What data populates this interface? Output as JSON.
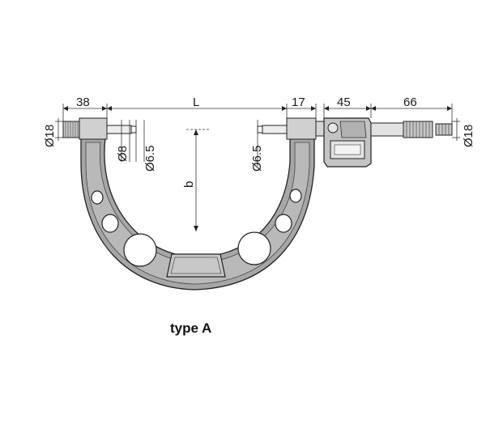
{
  "dimensions": {
    "frame_length": "38",
    "length": "L",
    "anvil_offset": "17",
    "head_length": "45",
    "thimble_length": "66",
    "diameter_left": "Ø18",
    "diameter_right": "Ø18",
    "anvil_diameter": "Ø8",
    "anvil_tip_diameter": "Ø6.5",
    "spindle_tip_diameter": "Ø6.5",
    "depth": "b"
  },
  "caption": "type A",
  "colors": {
    "frame_fill": "#a6a6a6",
    "frame_inner": "#b9b9b9",
    "outline": "#222222",
    "hole_fill": "#ffffff",
    "dimension_line": "#333333"
  }
}
